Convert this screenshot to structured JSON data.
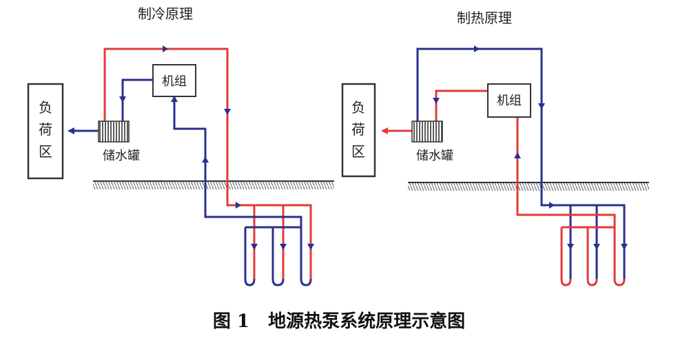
{
  "diagrams": [
    {
      "title": "制冷原理",
      "load_zone": [
        "负",
        "荷",
        "区"
      ],
      "unit": "机组",
      "tank": "储水罐"
    },
    {
      "title": "制热原理",
      "load_zone": [
        "负",
        "荷",
        "区"
      ],
      "unit": "机组",
      "tank": "储水罐"
    }
  ],
  "caption": "图 1   地源热泵系统原理示意图",
  "colors": {
    "hot": "#e23a3a",
    "cold": "#2a2f8f",
    "ground": "#444444"
  }
}
